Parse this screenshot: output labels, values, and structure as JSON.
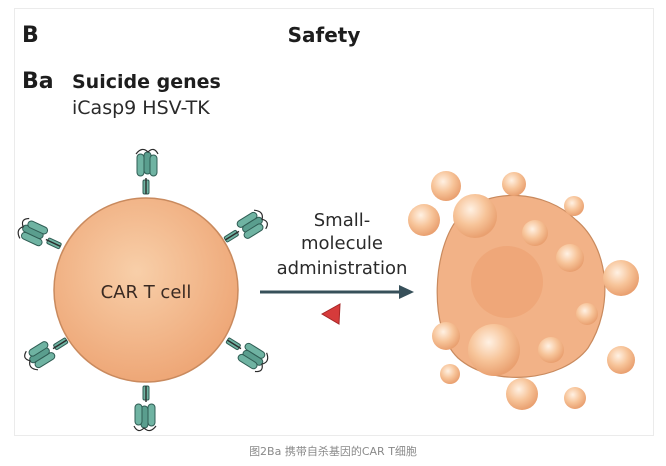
{
  "panel": {
    "letter": "B",
    "title": "Safety",
    "sub_letter": "Ba",
    "sub_title": "Suicide genes",
    "genes": "iCasp9 HSV-TK"
  },
  "cell": {
    "label": "CAR T cell"
  },
  "arrow": {
    "line1": "Small-",
    "line2": "molecule",
    "line3": "administration"
  },
  "caption": "图2Ba 携带自杀基因的CAR T细胞",
  "colors": {
    "cell_fill": "#f2b98e",
    "cell_stroke": "#c98a5e",
    "receptor": "#5a9e8e",
    "arrow": "#37505a",
    "drug": "#d63b3b"
  }
}
